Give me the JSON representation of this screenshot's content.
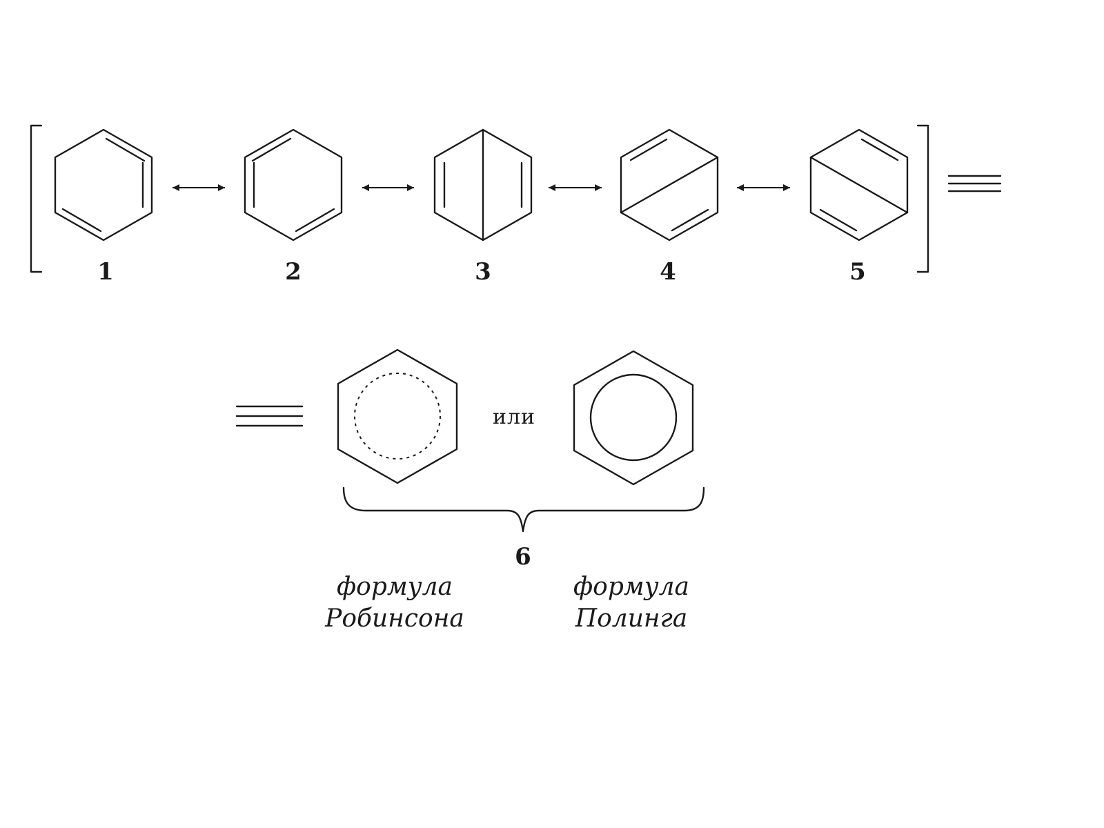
{
  "structures": [
    {
      "id": "s1",
      "label": "1"
    },
    {
      "id": "s2",
      "label": "2"
    },
    {
      "id": "s3",
      "label": "3"
    },
    {
      "id": "s4",
      "label": "4"
    },
    {
      "id": "s5",
      "label": "5"
    }
  ],
  "resonance_arrow_symbol": "↔",
  "equivalence_symbol": "≡",
  "hybrid": {
    "label": "6",
    "connector": "или",
    "robinson_caption": [
      "формула",
      "Робинсона"
    ],
    "pauling_caption": [
      "формула",
      "Полинга"
    ]
  }
}
